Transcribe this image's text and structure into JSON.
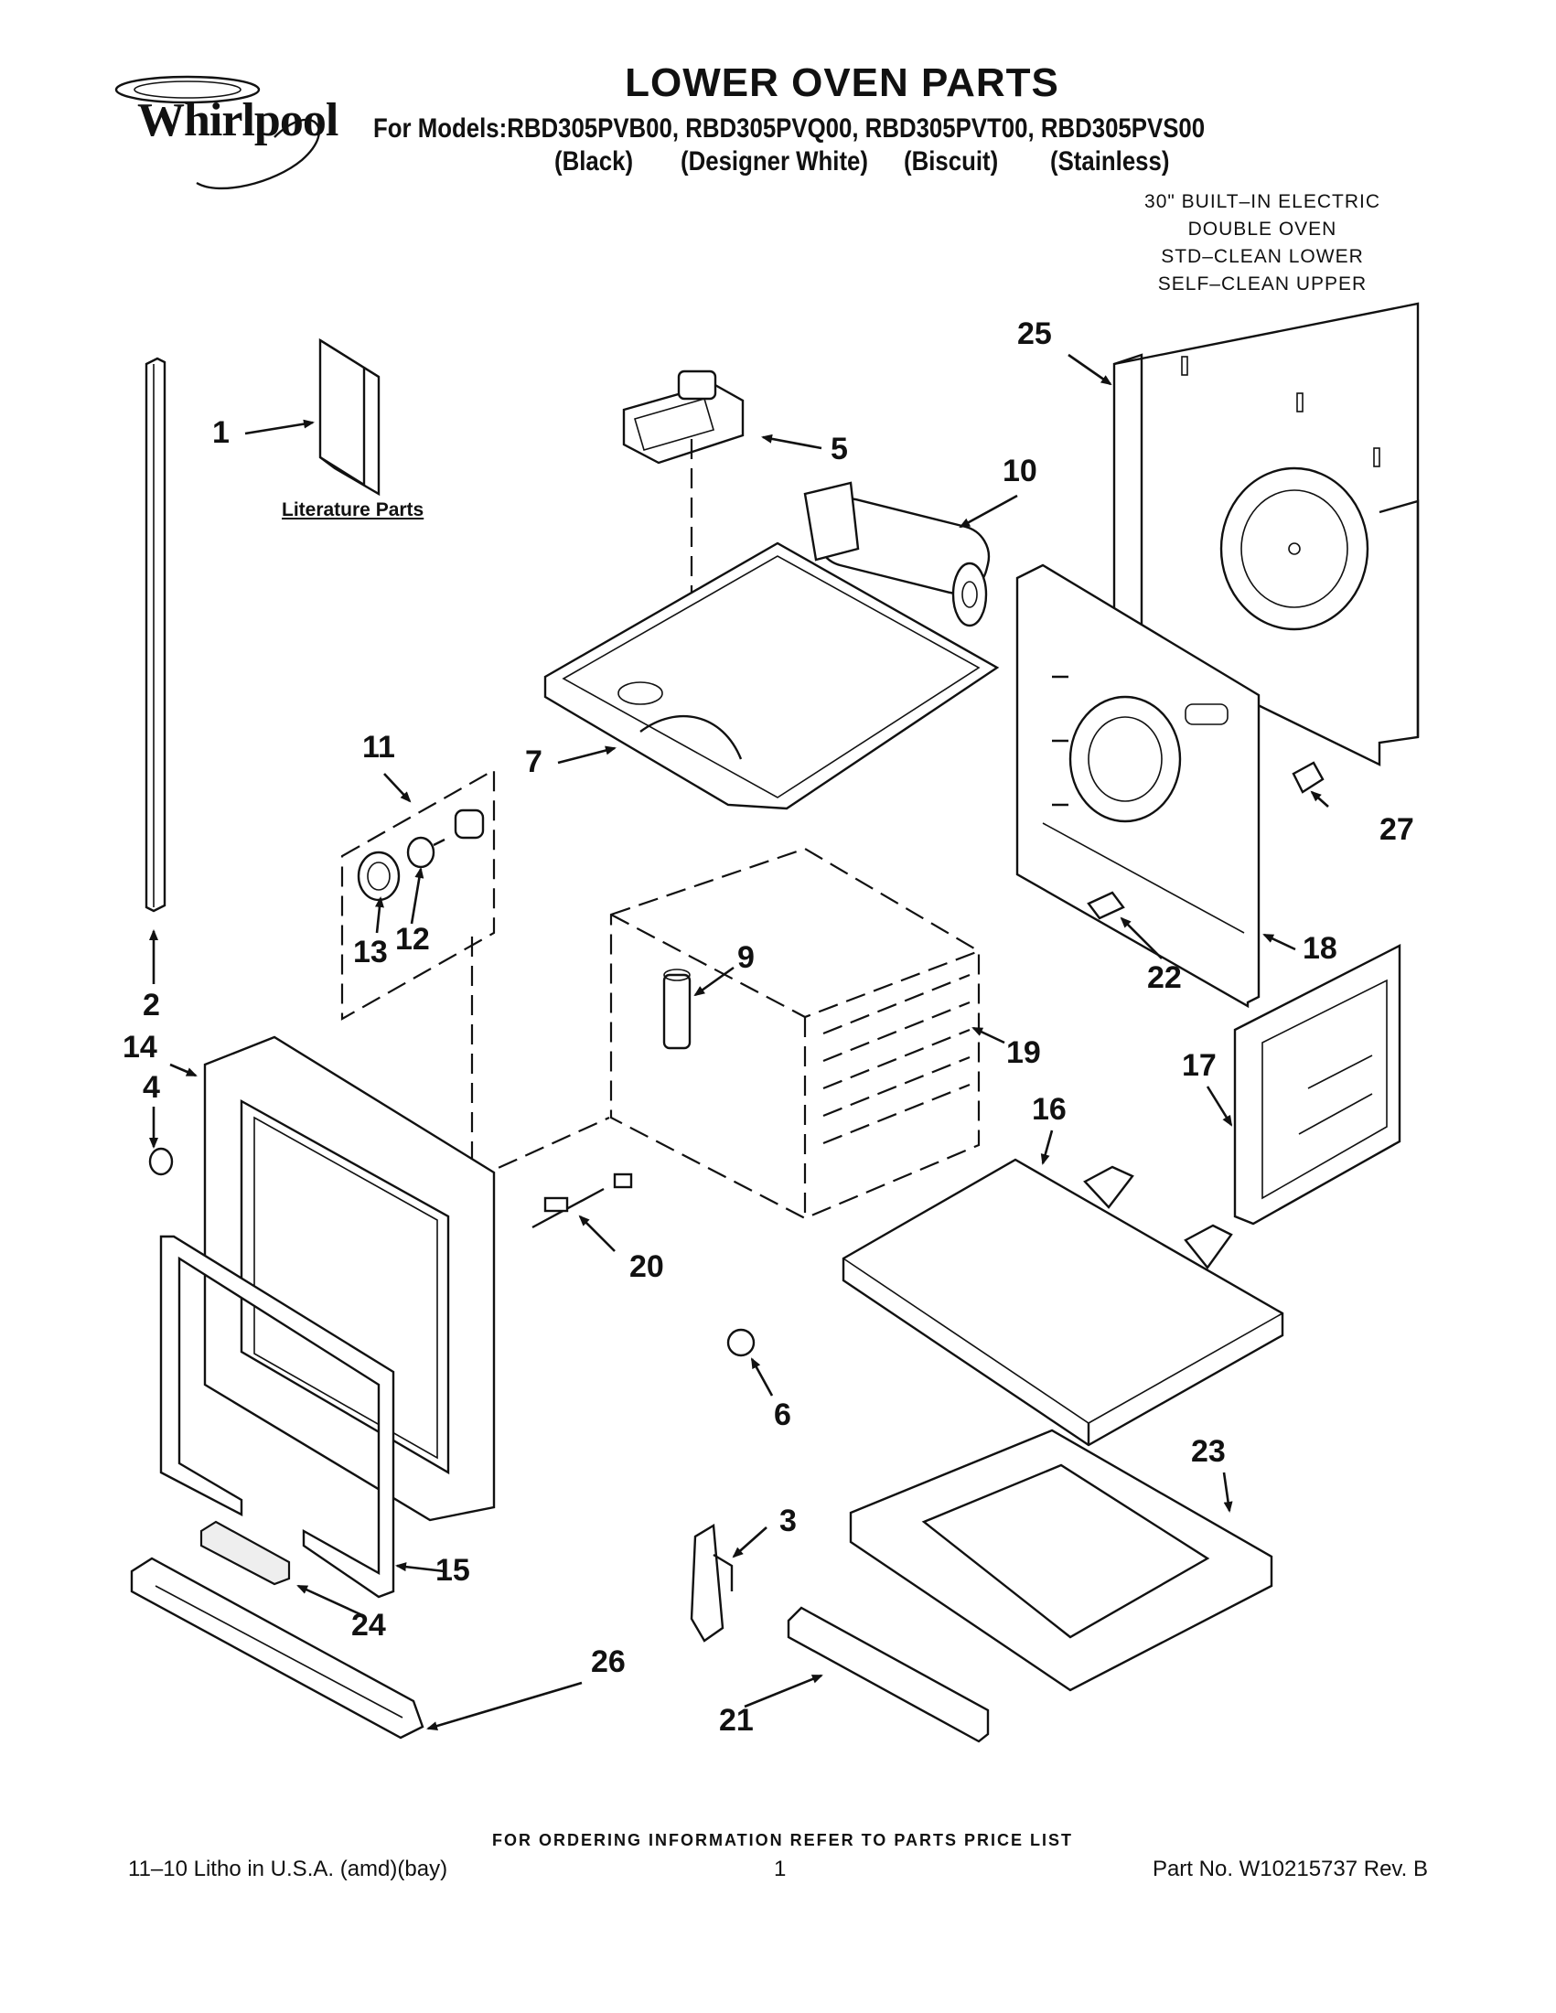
{
  "brand": "Whirlpool",
  "title": "LOWER OVEN PARTS",
  "models_line": "For Models:RBD305PVB00, RBD305PVQ00, RBD305PVT00, RBD305PVS00",
  "variants": [
    "(Black)",
    "(Designer White)",
    "(Biscuit)",
    "(Stainless)"
  ],
  "oven_type": [
    "30\" BUILT–IN ELECTRIC",
    "DOUBLE OVEN",
    "STD–CLEAN LOWER",
    "SELF–CLEAN UPPER"
  ],
  "literature_label": "Literature Parts",
  "callouts": {
    "c1": "1",
    "c2": "2",
    "c3": "3",
    "c4": "4",
    "c5": "5",
    "c6": "6",
    "c7": "7",
    "c9": "9",
    "c10": "10",
    "c11": "11",
    "c12": "12",
    "c13": "13",
    "c14": "14",
    "c15": "15",
    "c16": "16",
    "c17": "17",
    "c18": "18",
    "c19": "19",
    "c20": "20",
    "c21": "21",
    "c22": "22",
    "c23": "23",
    "c24": "24",
    "c25": "25",
    "c26": "26",
    "c27": "27"
  },
  "footer_note": "FOR ORDERING INFORMATION REFER TO PARTS PRICE LIST",
  "footer_left": "11–10 Litho in U.S.A. (amd)(bay)",
  "footer_page": "1",
  "footer_right": "Part No. W10215737 Rev. B"
}
